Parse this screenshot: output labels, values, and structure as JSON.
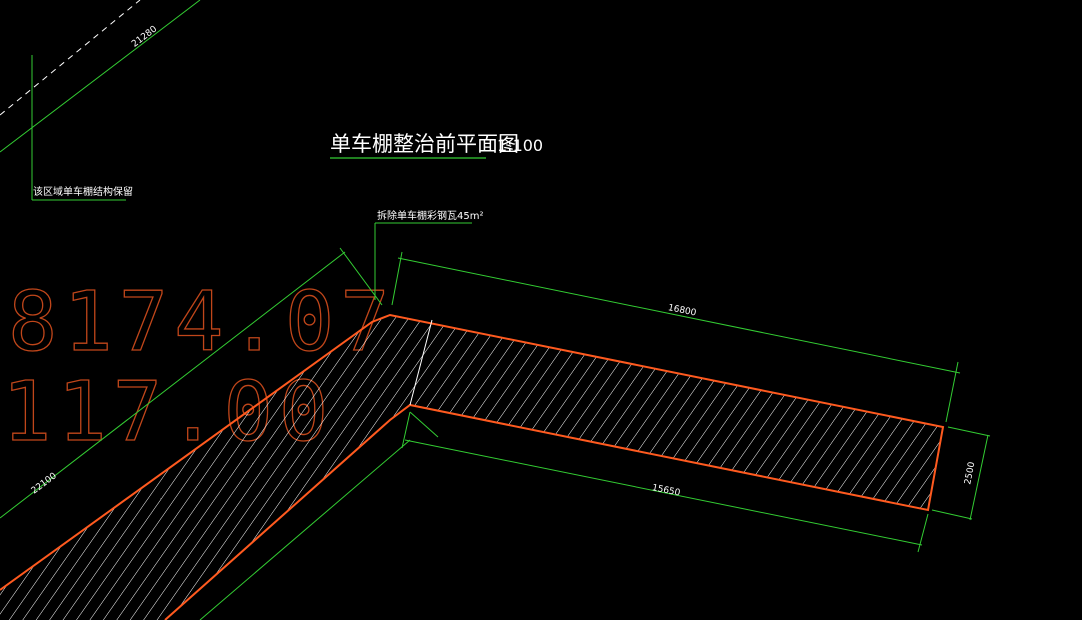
{
  "drawing": {
    "title": "单车棚整治前平面图",
    "scale": "1:100",
    "note_keep": "该区域单车棚结构保留",
    "note_remove": "拆除单车棚彩钢瓦45m²",
    "big_number_1": "8174.07",
    "big_number_2": "117.00",
    "dim_top_left": "21280",
    "dim_left_diag": "22100",
    "dim_top": "16800",
    "dim_bottom": "15650",
    "dim_right": "2500"
  },
  "colors": {
    "background": "#000000",
    "dimension": "#33cc33",
    "outline": "#ff5a1f",
    "hatch": "#ffffff",
    "text": "#ffffff",
    "big_text": "#c0461a"
  }
}
